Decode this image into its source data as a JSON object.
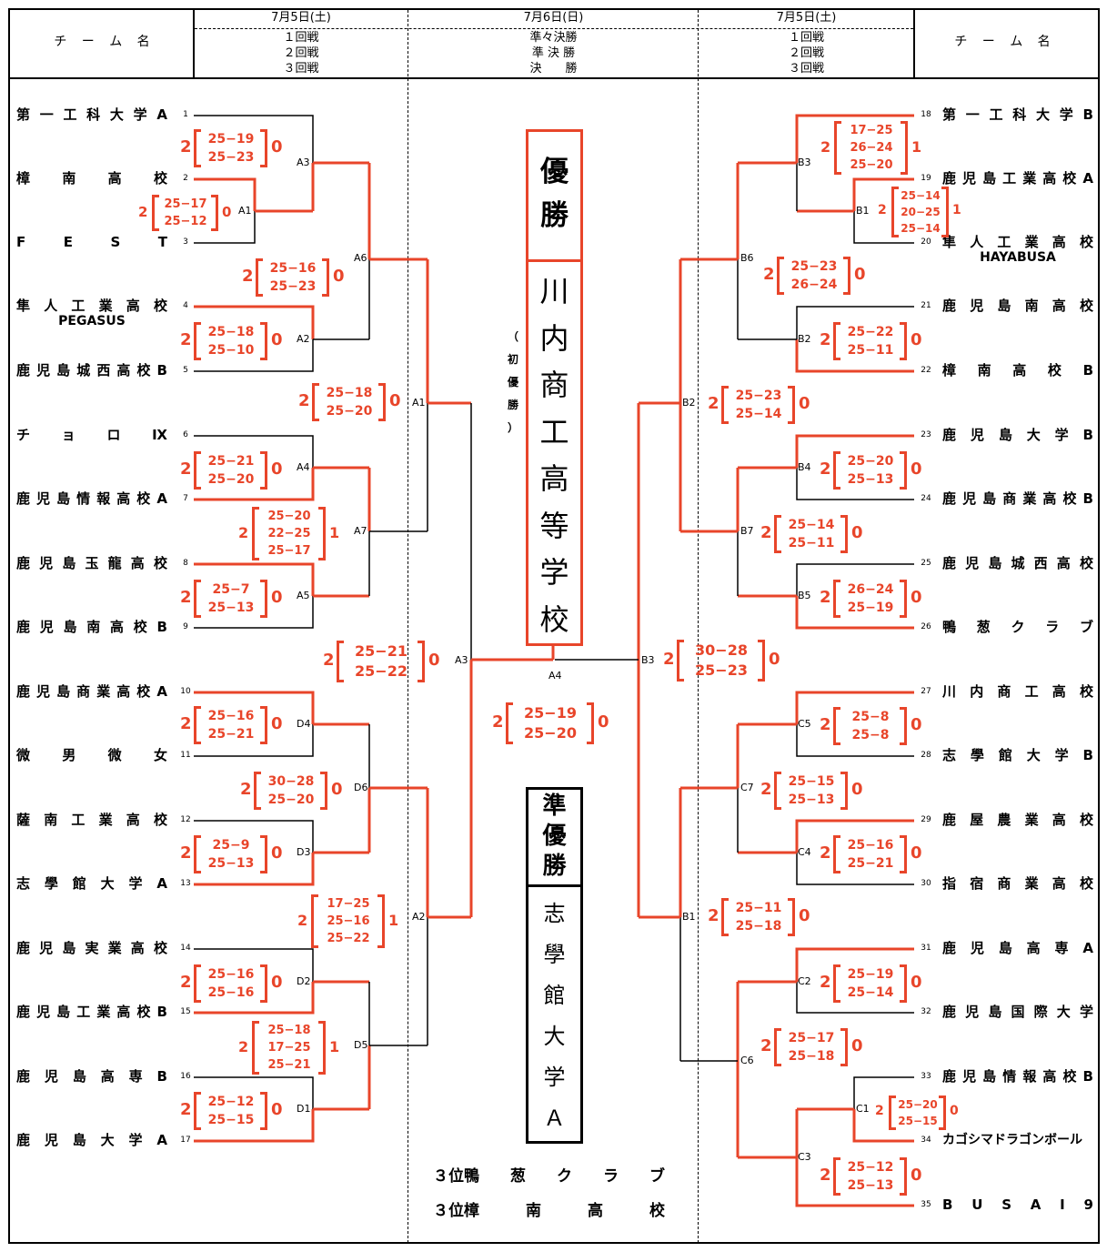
{
  "header": {
    "col_team": "チ ー ム 名",
    "left_date": "7月5日(土)",
    "left_rounds": [
      "１回戦",
      "２回戦",
      "３回戦"
    ],
    "mid_date": "7月6日(日)",
    "mid_rounds": [
      "準々決勝",
      "準 決 勝",
      "決　　勝"
    ],
    "right_date": "7月5日(土)",
    "right_rounds": [
      "１回戦",
      "２回戦",
      "３回戦"
    ]
  },
  "left_teams": [
    {
      "no": "1",
      "name": "第一工科大学A"
    },
    {
      "no": "2",
      "name": "樟南高校"
    },
    {
      "no": "3",
      "name": "FEST"
    },
    {
      "no": "4",
      "name": "隼人工業高校",
      "sub": "PEGASUS"
    },
    {
      "no": "5",
      "name": "鹿児島城西高校B"
    },
    {
      "no": "6",
      "name": "チョロⅨ"
    },
    {
      "no": "7",
      "name": "鹿児島情報高校A"
    },
    {
      "no": "8",
      "name": "鹿児島玉龍高校"
    },
    {
      "no": "9",
      "name": "鹿児島南高校B"
    },
    {
      "no": "10",
      "name": "鹿児島商業高校A"
    },
    {
      "no": "11",
      "name": "微男微女"
    },
    {
      "no": "12",
      "name": "薩南工業高校"
    },
    {
      "no": "13",
      "name": "志學館大学A"
    },
    {
      "no": "14",
      "name": "鹿児島実業高校"
    },
    {
      "no": "15",
      "name": "鹿児島工業高校B"
    },
    {
      "no": "16",
      "name": "鹿児島高専B"
    },
    {
      "no": "17",
      "name": "鹿児島大学A"
    }
  ],
  "right_teams": [
    {
      "no": "18",
      "name": "第一工科大学B"
    },
    {
      "no": "19",
      "name": "鹿児島工業高校A"
    },
    {
      "no": "20",
      "name": "隼人工業高校",
      "sub": "HAYABUSA"
    },
    {
      "no": "21",
      "name": "鹿児島南高校"
    },
    {
      "no": "22",
      "name": "樟南高校B"
    },
    {
      "no": "23",
      "name": "鹿児島大学B"
    },
    {
      "no": "24",
      "name": "鹿児島商業高校B"
    },
    {
      "no": "25",
      "name": "鹿児島城西高校"
    },
    {
      "no": "26",
      "name": "鴨葱クラブ"
    },
    {
      "no": "27",
      "name": "川内商工高校"
    },
    {
      "no": "28",
      "name": "志學館大学B"
    },
    {
      "no": "29",
      "name": "鹿屋農業高校"
    },
    {
      "no": "30",
      "name": "指宿商業高校"
    },
    {
      "no": "31",
      "name": "鹿児島高専A"
    },
    {
      "no": "32",
      "name": "鹿児島国際大学"
    },
    {
      "no": "33",
      "name": "鹿児島情報高校B"
    },
    {
      "no": "34",
      "name": "カゴシマドラゴンボール"
    },
    {
      "no": "35",
      "name": "BUSAI9"
    }
  ],
  "nodes": {
    "A1": "A1",
    "A2": "A2",
    "A3": "A3",
    "A4": "A4",
    "A5": "A5",
    "A6": "A6",
    "A7": "A7",
    "D1": "D1",
    "D2": "D2",
    "D3": "D3",
    "D4": "D4",
    "D5": "D5",
    "D6": "D6",
    "B1": "B1",
    "B2": "B2",
    "B3": "B3",
    "B4": "B4",
    "B5": "B5",
    "B6": "B6",
    "B7": "B7",
    "C1": "C1",
    "C2": "C2",
    "C3": "C3",
    "C4": "C4",
    "C5": "C5",
    "C6": "C6",
    "C7": "C7"
  },
  "scores": {
    "s_a3_r1": {
      "lw": "2",
      "sets": [
        "25−19",
        "25−23"
      ],
      "rw": "0"
    },
    "s_a1": {
      "lw": "2",
      "sets": [
        "25−17",
        "25−12"
      ],
      "rw": "0"
    },
    "s_a6": {
      "lw": "2",
      "sets": [
        "25−16",
        "25−23"
      ],
      "rw": "0"
    },
    "s_a2": {
      "lw": "2",
      "sets": [
        "25−18",
        "25−10"
      ],
      "rw": "0"
    },
    "s_qf_a1": {
      "lw": "2",
      "sets": [
        "25−18",
        "25−20"
      ],
      "rw": "0"
    },
    "s_a4": {
      "lw": "2",
      "sets": [
        "25−21",
        "25−20"
      ],
      "rw": "0"
    },
    "s_a7": {
      "lw": "2",
      "sets": [
        "25−20",
        "22−25",
        "25−17"
      ],
      "rw": "1"
    },
    "s_a5": {
      "lw": "2",
      "sets": [
        "25−7",
        "25−13"
      ],
      "rw": "0"
    },
    "s_semi_left": {
      "lw": "2",
      "sets": [
        "25−21",
        "25−22"
      ],
      "rw": "0"
    },
    "s_d4": {
      "lw": "2",
      "sets": [
        "25−16",
        "25−21"
      ],
      "rw": "0"
    },
    "s_d6": {
      "lw": "2",
      "sets": [
        "30−28",
        "25−20"
      ],
      "rw": "0"
    },
    "s_d3": {
      "lw": "2",
      "sets": [
        "25−9",
        "25−13"
      ],
      "rw": "0"
    },
    "s_qf_a2": {
      "lw": "2",
      "sets": [
        "17−25",
        "25−16",
        "25−22"
      ],
      "rw": "1"
    },
    "s_d2": {
      "lw": "2",
      "sets": [
        "25−16",
        "25−16"
      ],
      "rw": "0"
    },
    "s_d5": {
      "lw": "2",
      "sets": [
        "25−18",
        "17−25",
        "25−21"
      ],
      "rw": "1"
    },
    "s_d1": {
      "lw": "2",
      "sets": [
        "25−12",
        "25−15"
      ],
      "rw": "0"
    },
    "s_final": {
      "lw": "2",
      "sets": [
        "25−19",
        "25−20"
      ],
      "rw": "0"
    },
    "s_b3r": {
      "lw": "2",
      "sets": [
        "17−25",
        "26−24",
        "25−20"
      ],
      "rw": "1"
    },
    "s_b1r": {
      "lw": "2",
      "sets": [
        "25−14",
        "20−25",
        "25−14"
      ],
      "rw": "1"
    },
    "s_b6": {
      "lw": "2",
      "sets": [
        "25−23",
        "26−24"
      ],
      "rw": "0"
    },
    "s_b2r": {
      "lw": "2",
      "sets": [
        "25−22",
        "25−11"
      ],
      "rw": "0"
    },
    "s_qf_b2": {
      "lw": "2",
      "sets": [
        "25−23",
        "25−14"
      ],
      "rw": "0"
    },
    "s_b4": {
      "lw": "2",
      "sets": [
        "25−20",
        "25−13"
      ],
      "rw": "0"
    },
    "s_b7": {
      "lw": "2",
      "sets": [
        "25−14",
        "25−11"
      ],
      "rw": "0"
    },
    "s_b5": {
      "lw": "2",
      "sets": [
        "26−24",
        "25−19"
      ],
      "rw": "0"
    },
    "s_semi_right": {
      "lw": "2",
      "sets": [
        "30−28",
        "25−23"
      ],
      "rw": "0"
    },
    "s_c5": {
      "lw": "2",
      "sets": [
        "25−8",
        "25−8"
      ],
      "rw": "0"
    },
    "s_c7": {
      "lw": "2",
      "sets": [
        "25−15",
        "25−13"
      ],
      "rw": "0"
    },
    "s_c4": {
      "lw": "2",
      "sets": [
        "25−16",
        "25−21"
      ],
      "rw": "0"
    },
    "s_qf_b1": {
      "lw": "2",
      "sets": [
        "25−11",
        "25−18"
      ],
      "rw": "0"
    },
    "s_c2": {
      "lw": "2",
      "sets": [
        "25−19",
        "25−14"
      ],
      "rw": "0"
    },
    "s_c6": {
      "lw": "2",
      "sets": [
        "25−17",
        "25−18"
      ],
      "rw": "0"
    },
    "s_c1": {
      "lw": "2",
      "sets": [
        "25−20",
        "25−15"
      ],
      "rw": "0"
    },
    "s_c3": {
      "lw": "2",
      "sets": [
        "25−12",
        "25−13"
      ],
      "rw": "0"
    }
  },
  "champion": {
    "label": "優勝",
    "team": "川内商工高等学校",
    "note": "（初優勝）"
  },
  "runner_up": {
    "label": "準優勝",
    "team": "志學館大学Ａ"
  },
  "third_places": [
    "３位鴨　　葱　　ク　　ラ　　ブ",
    "３位樟　　　南　　　高　　　校"
  ],
  "colors": {
    "winner_line": "#e8452a",
    "line": "#000000"
  }
}
